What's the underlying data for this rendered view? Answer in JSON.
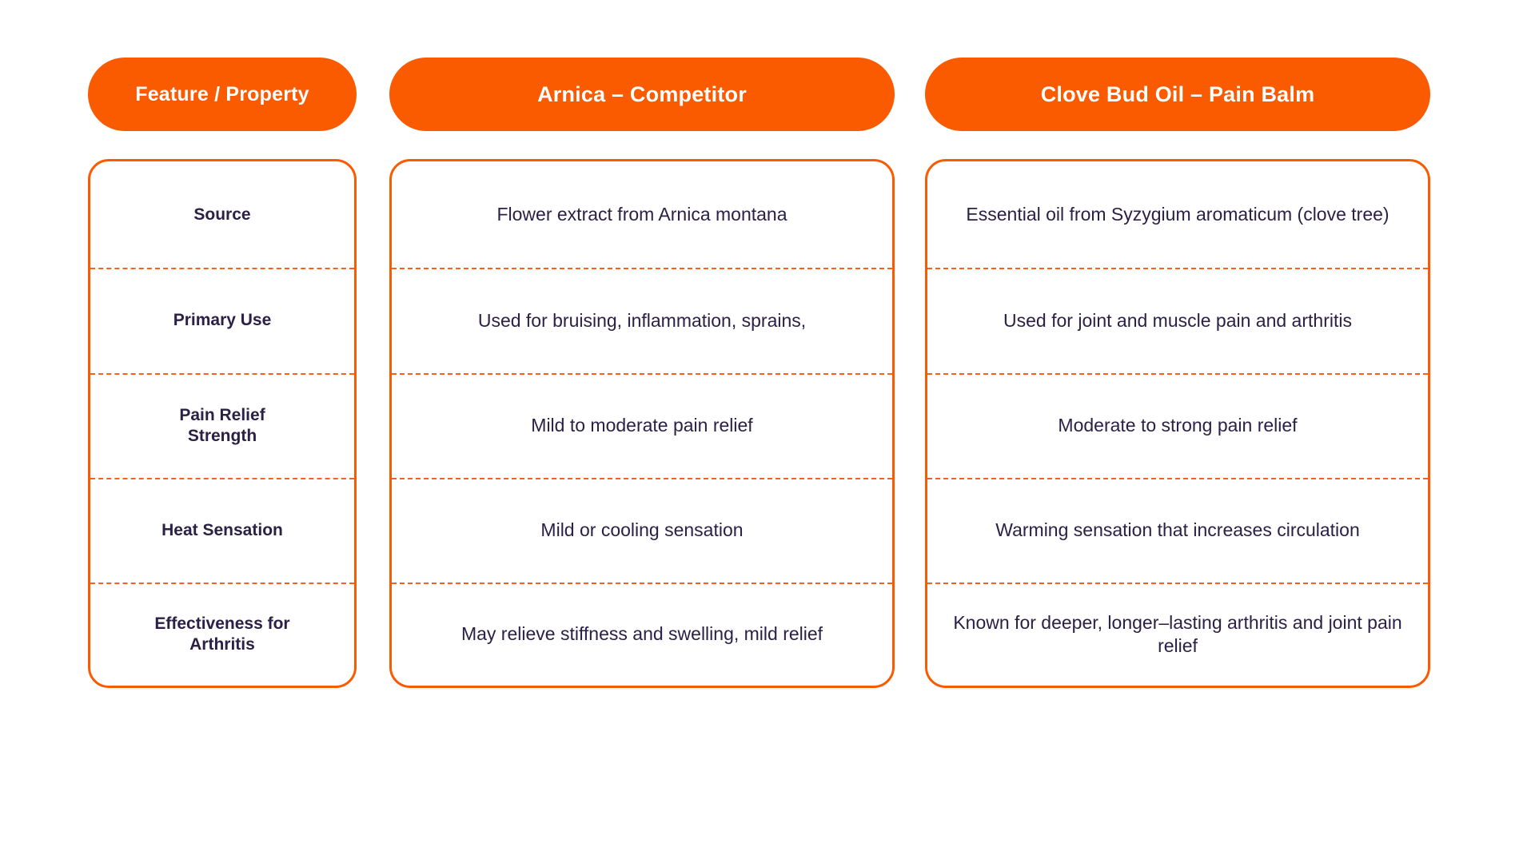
{
  "theme": {
    "accent": "#FA5A00",
    "divider": "#F4621F",
    "text": "#2B2045",
    "header_text": "#FFFFFF",
    "background": "#FFFFFF"
  },
  "chart_data": {
    "type": "table",
    "title": "",
    "columns": [
      "Feature / Property",
      "Arnica – Competitor",
      "Clove Bud Oil – Pain Balm"
    ],
    "rows": [
      [
        "Source",
        "Flower extract from Arnica montana",
        "Essential oil from Syzygium aromaticum (clove tree)"
      ],
      [
        "Primary Use",
        "Used for bruising, inflammation, sprains,",
        "Used for joint and muscle pain and arthritis"
      ],
      [
        "Pain Relief Strength",
        "Mild to moderate pain relief",
        "Moderate to strong pain relief"
      ],
      [
        "Heat Sensation",
        "Mild or cooling sensation",
        "Warming sensation that increases circulation"
      ],
      [
        "Effectiveness for Arthritis",
        "May relieve stiffness and swelling, mild relief",
        "Known for deeper, longer–lasting arthritis and joint pain relief"
      ]
    ]
  },
  "table": {
    "headers": [
      {
        "label": "Feature / Property"
      },
      {
        "label": "Arnica – Competitor"
      },
      {
        "label": "Clove Bud Oil – Pain Balm"
      }
    ],
    "feature_column": [
      {
        "label": "Source"
      },
      {
        "label": "Primary Use"
      },
      {
        "label": "Pain Relief\nStrength"
      },
      {
        "label": "Heat Sensation"
      },
      {
        "label": "Effectiveness for\nArthritis"
      }
    ],
    "arnica_column": [
      {
        "value": "Flower extract from Arnica montana"
      },
      {
        "value": "Used for bruising, inflammation, sprains,"
      },
      {
        "value": "Mild to moderate pain relief"
      },
      {
        "value": "Mild or cooling sensation"
      },
      {
        "value": "May relieve stiffness and swelling, mild relief"
      }
    ],
    "clove_column": [
      {
        "value": "Essential oil from Syzygium aromaticum (clove tree)"
      },
      {
        "value": "Used for joint and muscle pain and arthritis"
      },
      {
        "value": "Moderate to strong pain relief"
      },
      {
        "value": "Warming sensation that increases circulation"
      },
      {
        "value": "Known for deeper, longer–lasting arthritis and joint pain relief"
      }
    ]
  }
}
